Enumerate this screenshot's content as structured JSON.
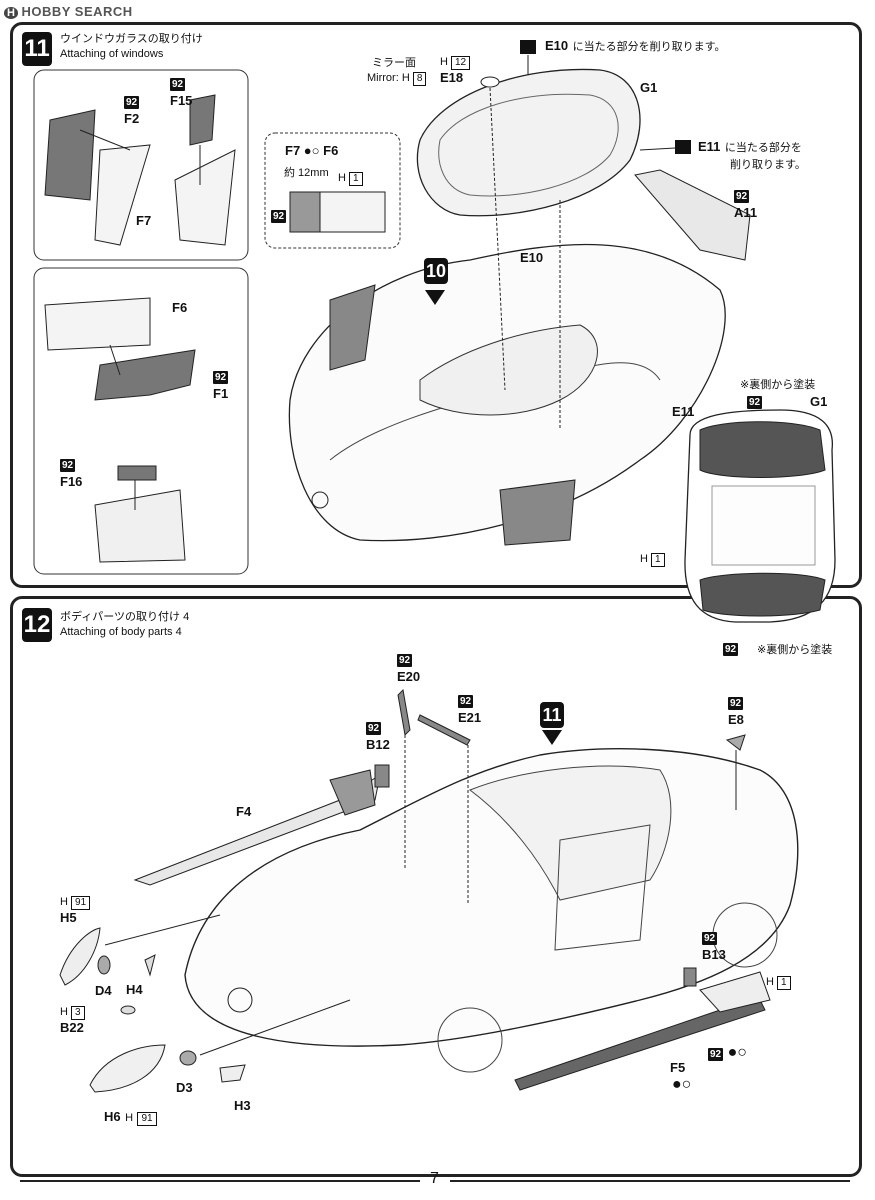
{
  "watermark": {
    "logo": "H",
    "text": "HOBBY SEARCH"
  },
  "step11": {
    "number": "11",
    "title_jp": "ウインドウガラスの取り付け",
    "title_en": "Attaching of windows",
    "ref_step": "10",
    "labels": {
      "f2": "F2",
      "f15": "F15",
      "f7": "F7",
      "f6": "F6",
      "f1": "F1",
      "f16": "F16",
      "f7f6_a": "F7",
      "f7f6_b": "F6",
      "width_note": "約 12mm",
      "h1_detail": "H",
      "mirror_jp": "ミラー面",
      "mirror_en": "Mirror: H",
      "mirror_h12": "12",
      "mirror_h8": "8",
      "e18": "E18",
      "g1": "G1",
      "e10": "E10",
      "e10_note": "に当たる部分を削り取ります。",
      "e11": "E11",
      "e11_note_1": "に当たる部分を",
      "e11_note_2": "削り取ります。",
      "e10_body": "E10",
      "e11_body": "E11",
      "a11": "A11",
      "g1_inset": "G1",
      "inset_note_top": "※裏側から塗装",
      "inset_note_bottom": "※裏側から塗装",
      "h1_inset": "H",
      "h1_inset_num": "1"
    },
    "paint_codes": {
      "f2": "92",
      "f15": "92",
      "f1": "92",
      "f16": "92",
      "detail": "92",
      "a11": "92",
      "inset_top": "92",
      "inset_bottom": "92"
    },
    "box_nums": {
      "h1_detail": "1"
    }
  },
  "step12": {
    "number": "12",
    "title_jp": "ボディパーツの取り付け 4",
    "title_en": "Attaching of body parts 4",
    "ref_step": "11",
    "labels": {
      "e20": "E20",
      "e21": "E21",
      "e8": "E8",
      "b12": "B12",
      "f4": "F4",
      "h5": "H5",
      "h5_ref": "H",
      "h5_num": "91",
      "d4": "D4",
      "h4": "H4",
      "b22": "B22",
      "b22_ref": "H",
      "b22_num": "3",
      "b13": "B13",
      "h1": "H",
      "h1_num": "1",
      "f5": "F5",
      "d3": "D3",
      "h3": "H3",
      "h6": "H6",
      "h6_ref": "H",
      "h6_num": "91"
    },
    "paint_codes": {
      "e20": "92",
      "e21": "92",
      "e8": "92",
      "b12": "92",
      "b13": "92",
      "f5": "92"
    }
  },
  "page_number": "7"
}
